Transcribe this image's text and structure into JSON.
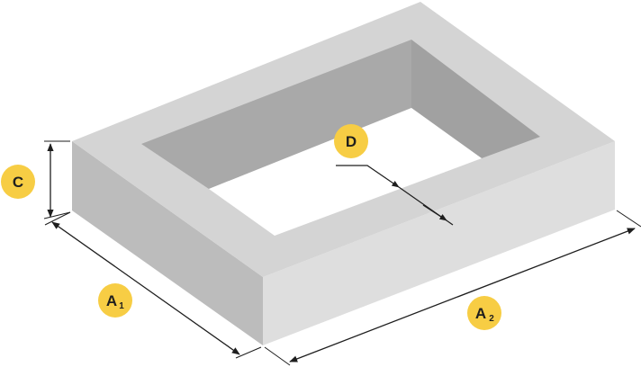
{
  "colors": {
    "top_face": "#d4d4d4",
    "left_face": "#bcbcbc",
    "front_face": "#dedede",
    "inner_wall_back_left": "#a9a9a9",
    "inner_wall_back_right": "#a1a1a1",
    "opening": "#ffffff",
    "badge": "#f7cd44",
    "line": "#1e1e1e"
  },
  "labels": {
    "c": {
      "main": "C",
      "sub": ""
    },
    "d": {
      "main": "D",
      "sub": ""
    },
    "a1": {
      "main": "A",
      "sub": "1"
    },
    "a2": {
      "main": "A",
      "sub": "2"
    }
  },
  "icons": {
    "arrow": "arrowhead"
  }
}
